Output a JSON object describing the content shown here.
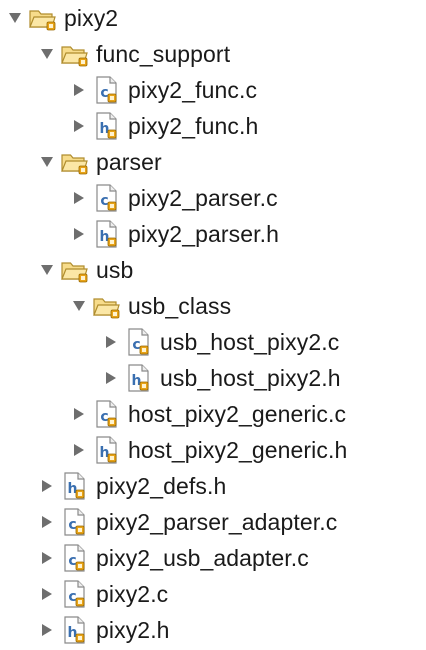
{
  "tree": {
    "items": [
      {
        "label": "pixy2",
        "type": "folder",
        "depth": 0,
        "expanded": true,
        "icon": "folder-open-icon"
      },
      {
        "label": "func_support",
        "type": "folder",
        "depth": 1,
        "expanded": true,
        "icon": "folder-open-icon"
      },
      {
        "label": "pixy2_func.c",
        "type": "c",
        "depth": 2,
        "expanded": false,
        "icon": "c-source-file-icon"
      },
      {
        "label": "pixy2_func.h",
        "type": "h",
        "depth": 2,
        "expanded": false,
        "icon": "c-header-file-icon"
      },
      {
        "label": "parser",
        "type": "folder",
        "depth": 1,
        "expanded": true,
        "icon": "folder-open-icon"
      },
      {
        "label": "pixy2_parser.c",
        "type": "c",
        "depth": 2,
        "expanded": false,
        "icon": "c-source-file-icon"
      },
      {
        "label": "pixy2_parser.h",
        "type": "h",
        "depth": 2,
        "expanded": false,
        "icon": "c-header-file-icon"
      },
      {
        "label": "usb",
        "type": "folder",
        "depth": 1,
        "expanded": true,
        "icon": "folder-open-icon"
      },
      {
        "label": "usb_class",
        "type": "folder",
        "depth": 2,
        "expanded": true,
        "icon": "folder-open-icon"
      },
      {
        "label": "usb_host_pixy2.c",
        "type": "c",
        "depth": 3,
        "expanded": false,
        "icon": "c-source-file-icon"
      },
      {
        "label": "usb_host_pixy2.h",
        "type": "h",
        "depth": 3,
        "expanded": false,
        "icon": "c-header-file-icon"
      },
      {
        "label": "host_pixy2_generic.c",
        "type": "c",
        "depth": 2,
        "expanded": false,
        "icon": "c-source-file-icon"
      },
      {
        "label": "host_pixy2_generic.h",
        "type": "h",
        "depth": 2,
        "expanded": false,
        "icon": "c-header-file-icon"
      },
      {
        "label": "pixy2_defs.h",
        "type": "h",
        "depth": 1,
        "expanded": false,
        "icon": "c-header-file-icon"
      },
      {
        "label": "pixy2_parser_adapter.c",
        "type": "c",
        "depth": 1,
        "expanded": false,
        "icon": "c-source-file-icon"
      },
      {
        "label": "pixy2_usb_adapter.c",
        "type": "c",
        "depth": 1,
        "expanded": false,
        "icon": "c-source-file-icon"
      },
      {
        "label": "pixy2.c",
        "type": "c",
        "depth": 1,
        "expanded": false,
        "icon": "c-source-file-icon"
      },
      {
        "label": "pixy2.h",
        "type": "h",
        "depth": 1,
        "expanded": false,
        "icon": "c-header-file-icon"
      }
    ]
  },
  "colors": {
    "arrow": "#6e6e6e",
    "folder_fill": "#f7dc8b",
    "folder_stroke": "#b08d2e",
    "file_stroke": "#8a8a8a",
    "file_c_letter": "#3a6fb0",
    "file_h_letter": "#3a6fb0",
    "overlay_badge": "#e8a317"
  }
}
